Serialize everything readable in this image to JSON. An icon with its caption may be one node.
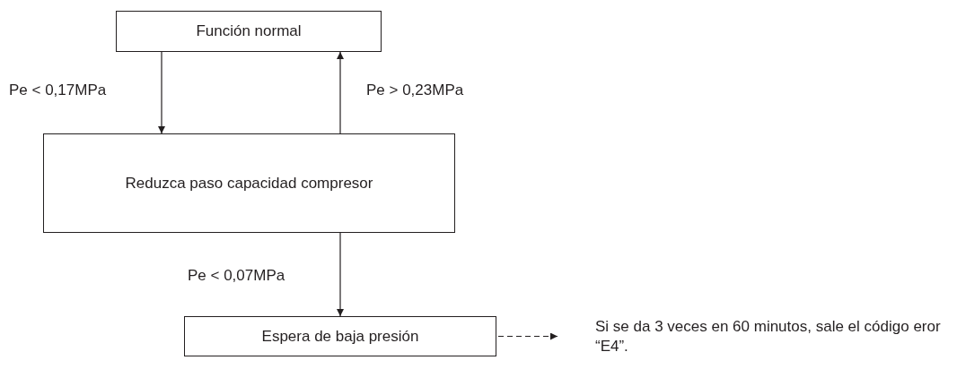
{
  "diagram": {
    "nodes": [
      {
        "text": [
          "Función normal"
        ]
      },
      {
        "text": [
          "Reduzca paso capacidad compresor"
        ]
      },
      {
        "text": [
          "Espera de baja presión"
        ]
      },
      {
        "text": [
          "Si se da 3 veces en 60 minutos, sale el código eror “E4”."
        ]
      }
    ],
    "edges": [
      {
        "from": 0,
        "to": 1,
        "arrow": "to",
        "label": "Pe < 0,17MPa"
      },
      {
        "from": 1,
        "to": 0,
        "arrow": "to",
        "label": "Pe > 0,23MPa"
      },
      {
        "from": 1,
        "to": 2,
        "arrow": "to",
        "label": "Pe < 0,07MPa"
      },
      {
        "from": 2,
        "to": 3,
        "arrow": "to",
        "style": "dashed"
      }
    ]
  }
}
